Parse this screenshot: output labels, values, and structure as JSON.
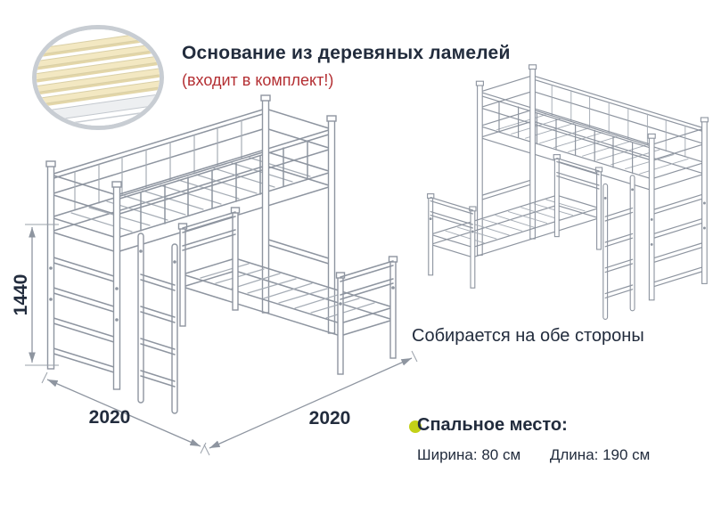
{
  "header": {
    "title": "Основание из деревяных ламелей",
    "note": "(входит в комплект!)"
  },
  "diagram": {
    "height_label": "1440",
    "width_left_label": "2020",
    "width_right_label": "2020"
  },
  "captions": {
    "both_sides": "Собирается на обе стороны"
  },
  "sleeping": {
    "title": "Спальное место:",
    "width": "Ширина: 80 см",
    "length": "Длина: 190 см"
  },
  "colors": {
    "ink": "#222c3d",
    "accent_red": "#b42f33",
    "highlight_dot": "#c3d117",
    "line_art": "#8e95a0",
    "slat_fill": "#f3e8c2"
  }
}
